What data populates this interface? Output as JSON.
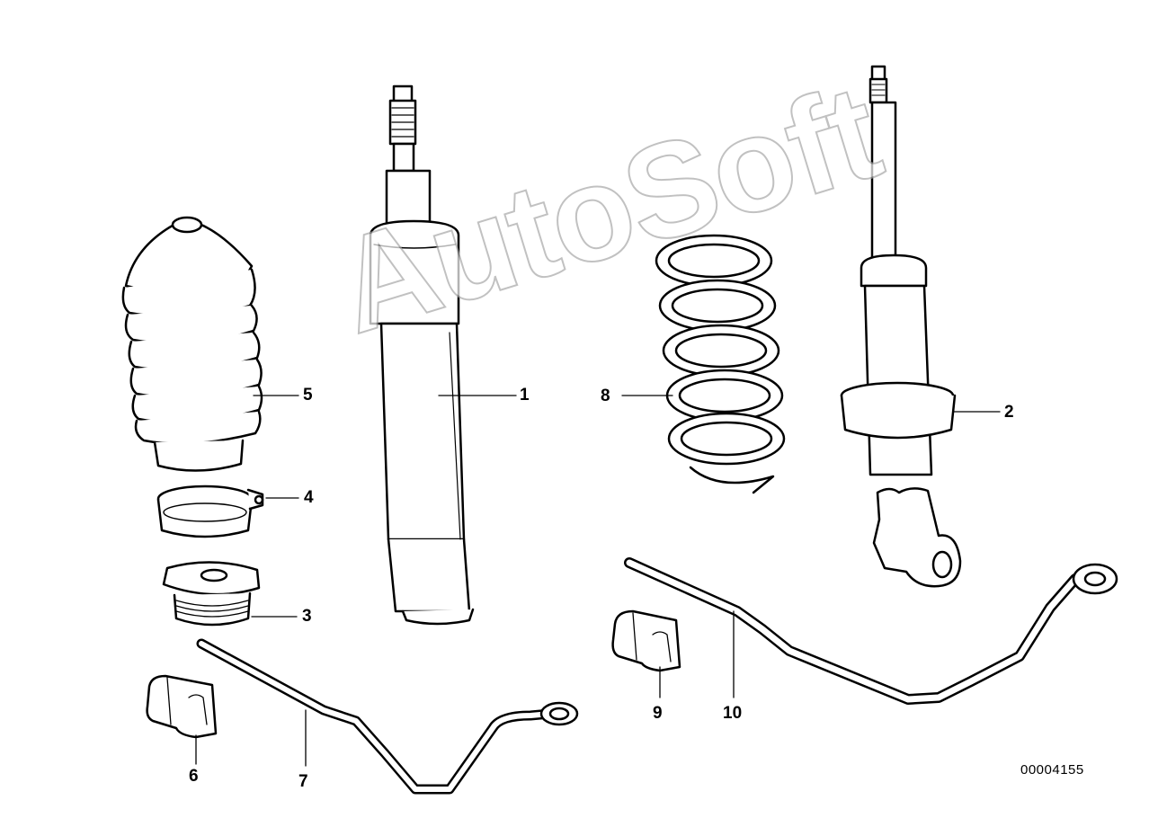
{
  "diagram": {
    "id_label": "00004155",
    "watermark": "AutoSoft",
    "line_color": "#000000",
    "background": "#ffffff"
  },
  "callouts": [
    {
      "number": "1",
      "part": "front-shock-absorber-strut"
    },
    {
      "number": "2",
      "part": "rear-shock-absorber"
    },
    {
      "number": "3",
      "part": "threaded-nut"
    },
    {
      "number": "4",
      "part": "hose-clamp"
    },
    {
      "number": "5",
      "part": "protective-boot"
    },
    {
      "number": "6",
      "part": "rubber-mounting-front"
    },
    {
      "number": "7",
      "part": "front-stabilizer-bar"
    },
    {
      "number": "8",
      "part": "coil-spring"
    },
    {
      "number": "9",
      "part": "rubber-mounting-rear"
    },
    {
      "number": "10",
      "part": "rear-stabilizer-bar"
    }
  ]
}
